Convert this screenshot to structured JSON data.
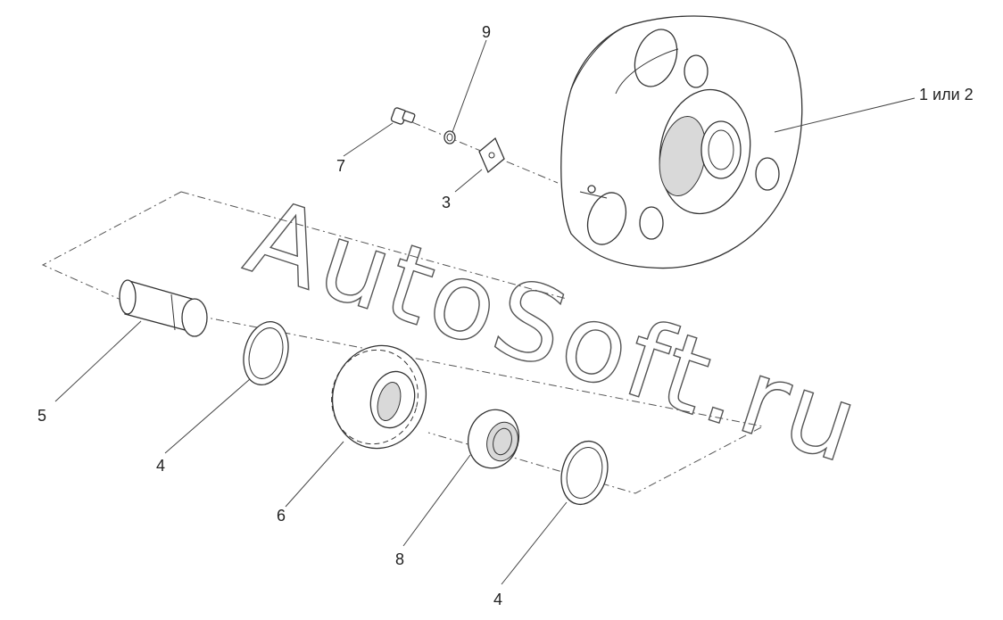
{
  "callouts": {
    "c1": "1 или 2",
    "c9": "9",
    "c7": "7",
    "c3": "3",
    "c5": "5",
    "c4a": "4",
    "c6": "6",
    "c8": "8",
    "c4b": "4"
  },
  "watermark": "AutoSoft.ru"
}
